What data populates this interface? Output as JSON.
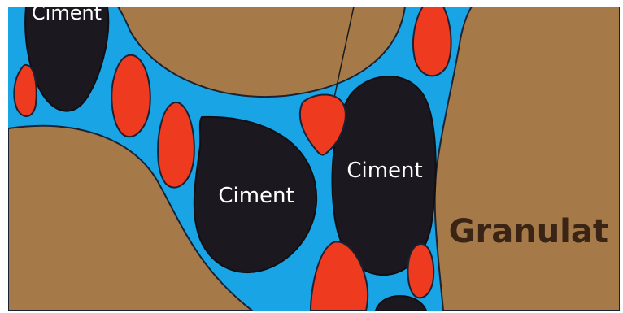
{
  "diagram": {
    "labels": {
      "cement_1": "Ciment",
      "cement_2": "Ciment",
      "cement_3": "Ciment",
      "aggregate": "Granulat"
    },
    "colors": {
      "water": "#19a4e6",
      "aggregate": "#a57a48",
      "cement": "#1b1820",
      "bubble": "#ee3a1f",
      "outline": "#1a2233"
    }
  }
}
